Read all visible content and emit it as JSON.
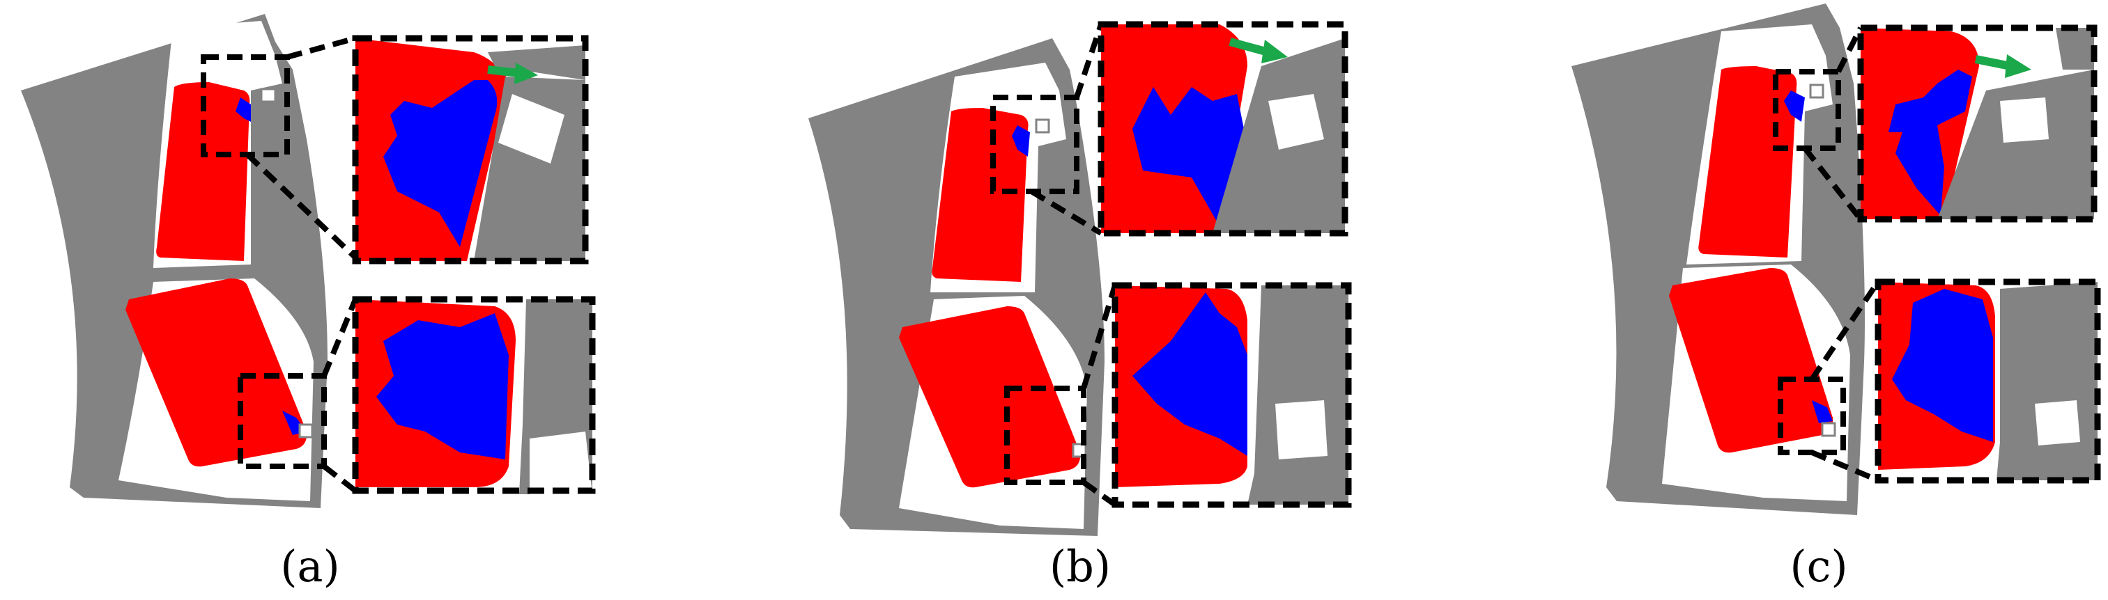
{
  "figure": {
    "panels": [
      {
        "id": "a",
        "label": "(a)"
      },
      {
        "id": "b",
        "label": "(b)"
      },
      {
        "id": "c",
        "label": "(c)"
      }
    ]
  },
  "colors": {
    "background": "#ffffff",
    "structure_gray": "#838383",
    "region_red": "#ff0000",
    "region_blue": "#0000ff",
    "arrow_green": "#1aa84a",
    "outline_dark": "#000000"
  },
  "icons": {
    "motion_arrow": "green-arrow-icon"
  }
}
